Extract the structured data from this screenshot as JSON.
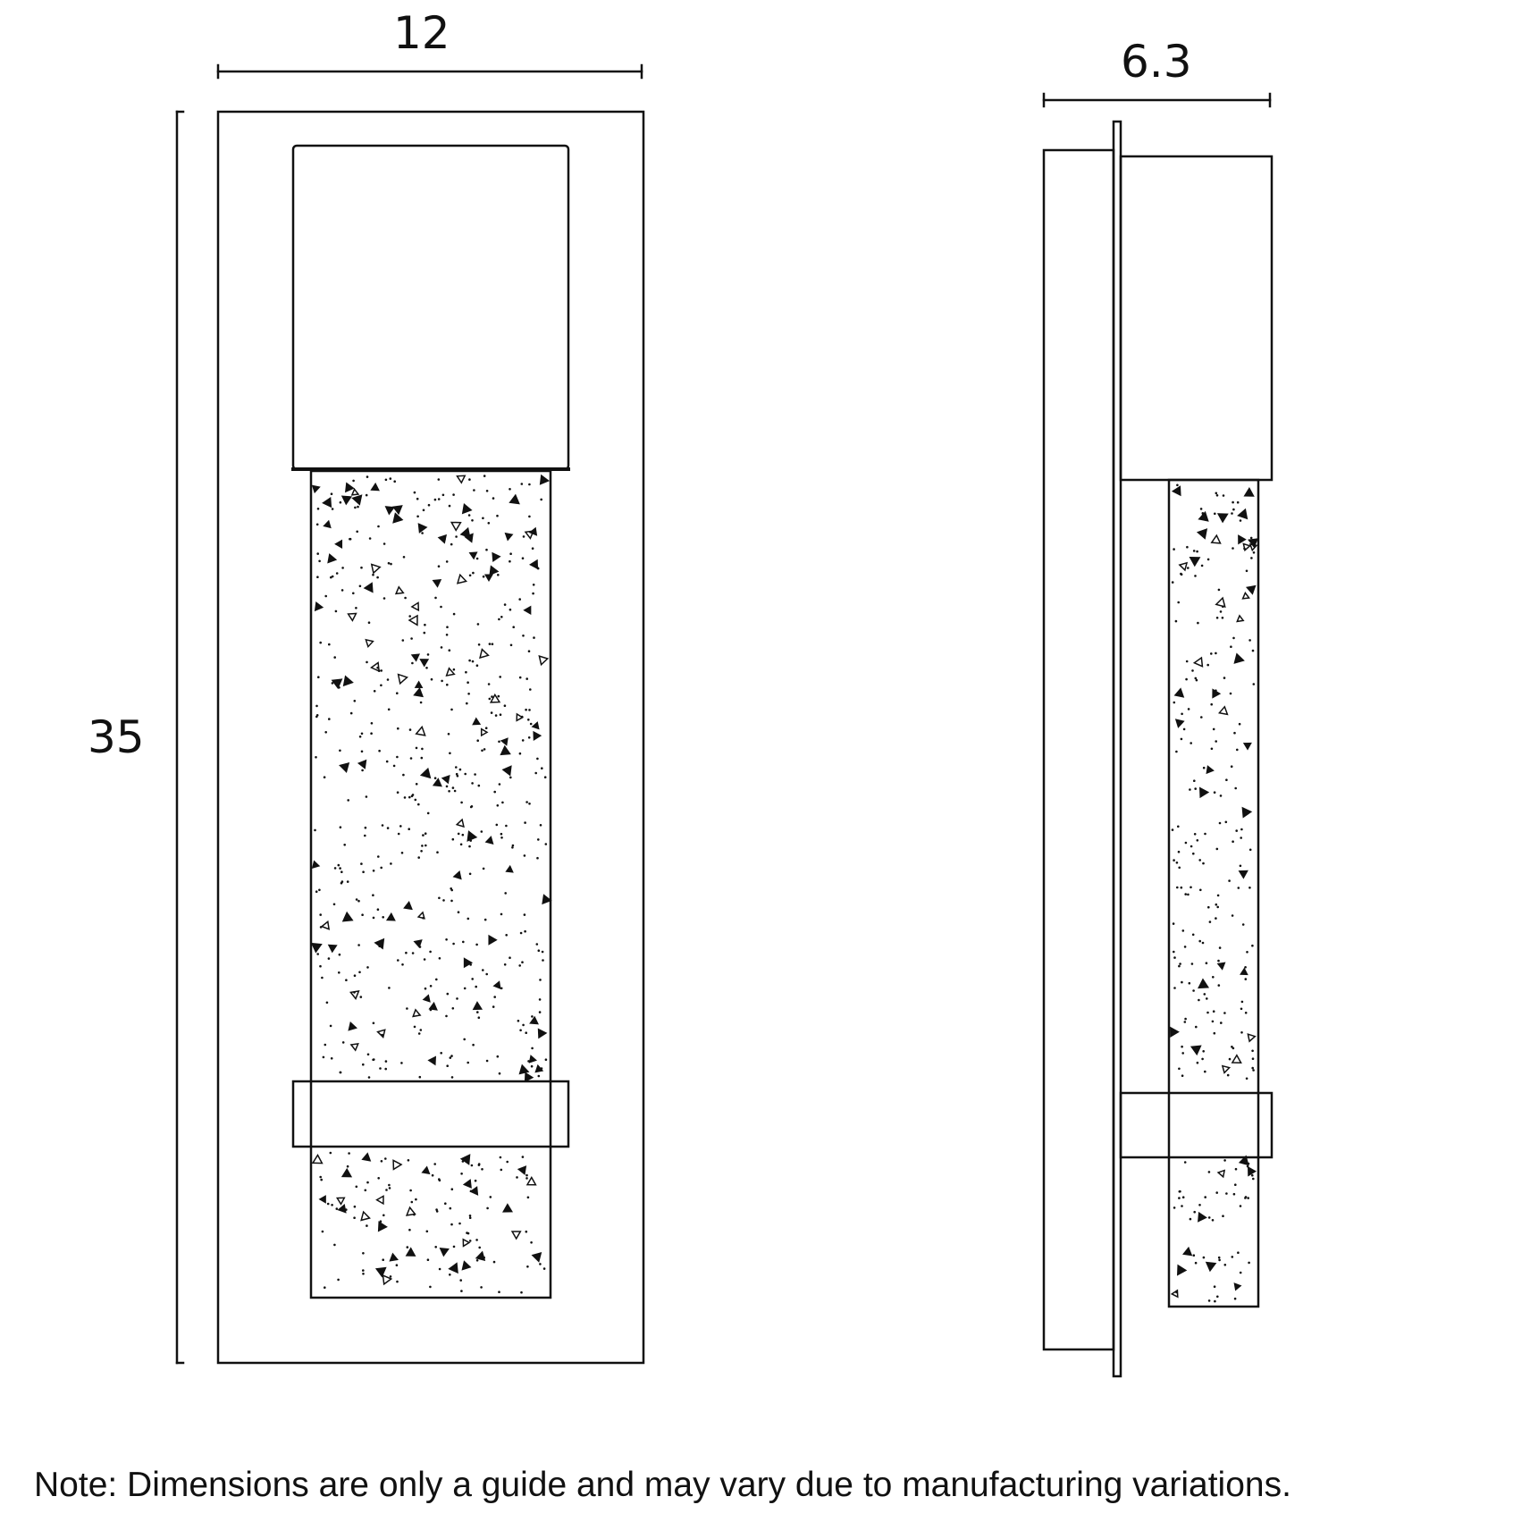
{
  "dimensions": {
    "width": "12",
    "depth": "6.3",
    "height": "35"
  },
  "note": "Note: Dimensions are only a guide and may vary due to manufacturing variations.",
  "colors": {
    "line": "#111111",
    "background": "#ffffff"
  }
}
